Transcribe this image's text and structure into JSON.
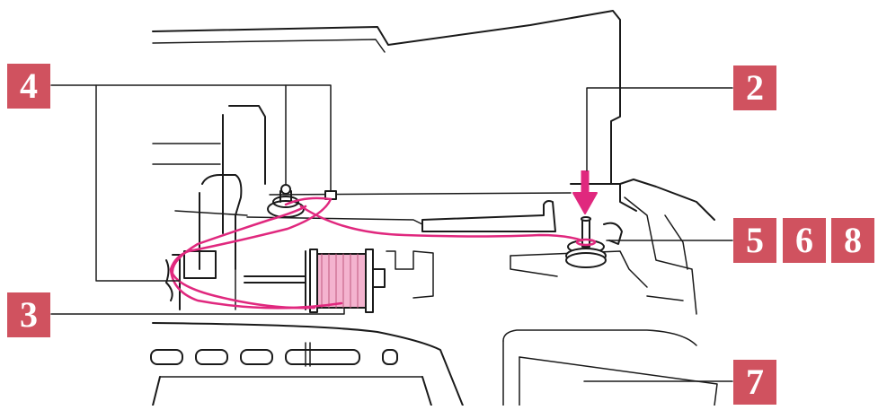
{
  "callouts": {
    "c4": "4",
    "c2": "2",
    "c3": "3",
    "c5": "5",
    "c6": "6",
    "c8": "8",
    "c7": "7"
  },
  "colors": {
    "callout": "#d0525f",
    "thread": "#e0287e",
    "arrow": "#e0287e",
    "spool_fill": "#f4b3cf",
    "line": "#1a1a1a"
  }
}
